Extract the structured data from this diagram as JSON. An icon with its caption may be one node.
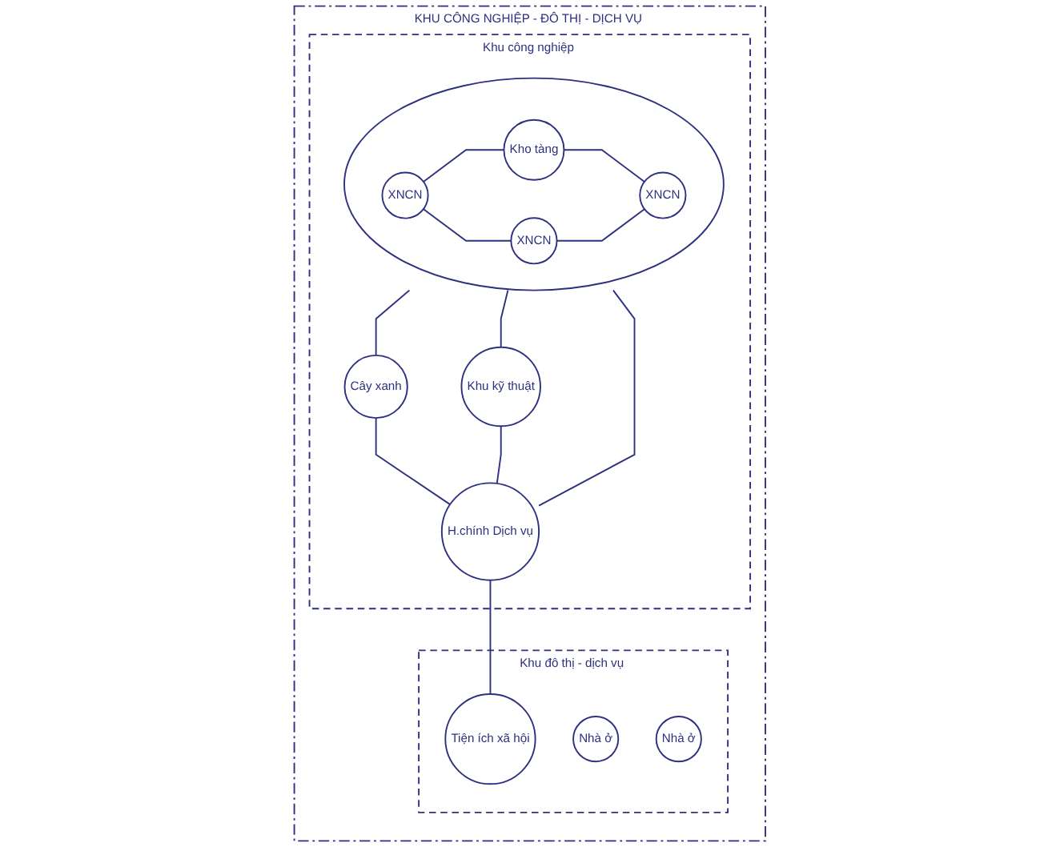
{
  "diagram": {
    "nodes": [
      {
        "text": [
          "KHU CÔNG NGHIỆP - ĐÔ THỊ - DỊCH VỤ"
        ]
      },
      {
        "text": [
          "Khu công nghiệp"
        ],
        "in": 0
      },
      {
        "text": [],
        "shape": "circle",
        "in": 1
      },
      {
        "text": [
          "XNCN"
        ],
        "in": 2
      },
      {
        "text": [
          "Kho tàng"
        ],
        "in": 2
      },
      {
        "text": [
          "XNCN"
        ],
        "in": 2
      },
      {
        "text": [
          "XNCN"
        ],
        "in": 2
      },
      {
        "text": [
          "Cây xanh"
        ],
        "in": 1
      },
      {
        "text": [
          "H.chính Dịch vụ"
        ],
        "in": 1
      },
      {
        "text": [
          "Khu kỹ thuật"
        ],
        "in": 1
      },
      {
        "text": [
          "Khu đô thị - dịch vụ"
        ],
        "in": 0
      },
      {
        "text": [
          "Tiện ích xã hội"
        ],
        "in": 10
      },
      {
        "text": [
          "Nhà ở"
        ],
        "in": 10
      },
      {
        "text": [
          "Nhà ở"
        ],
        "in": 10
      }
    ],
    "edges": [
      {
        "from": 3,
        "to": 4,
        "arrow": "none"
      },
      {
        "from": 3,
        "to": 5,
        "arrow": "none"
      },
      {
        "from": 4,
        "to": 6,
        "arrow": "none"
      },
      {
        "from": 5,
        "to": 6,
        "arrow": "none"
      },
      {
        "from": 2,
        "to": 7,
        "arrow": "none"
      },
      {
        "from": 2,
        "to": 8,
        "arrow": "none"
      },
      {
        "from": 2,
        "to": 9,
        "arrow": "none"
      },
      {
        "from": 7,
        "to": 8,
        "arrow": "none"
      },
      {
        "from": 9,
        "to": 8,
        "arrow": "none"
      },
      {
        "from": 8,
        "to": 11,
        "arrow": "none"
      }
    ]
  }
}
